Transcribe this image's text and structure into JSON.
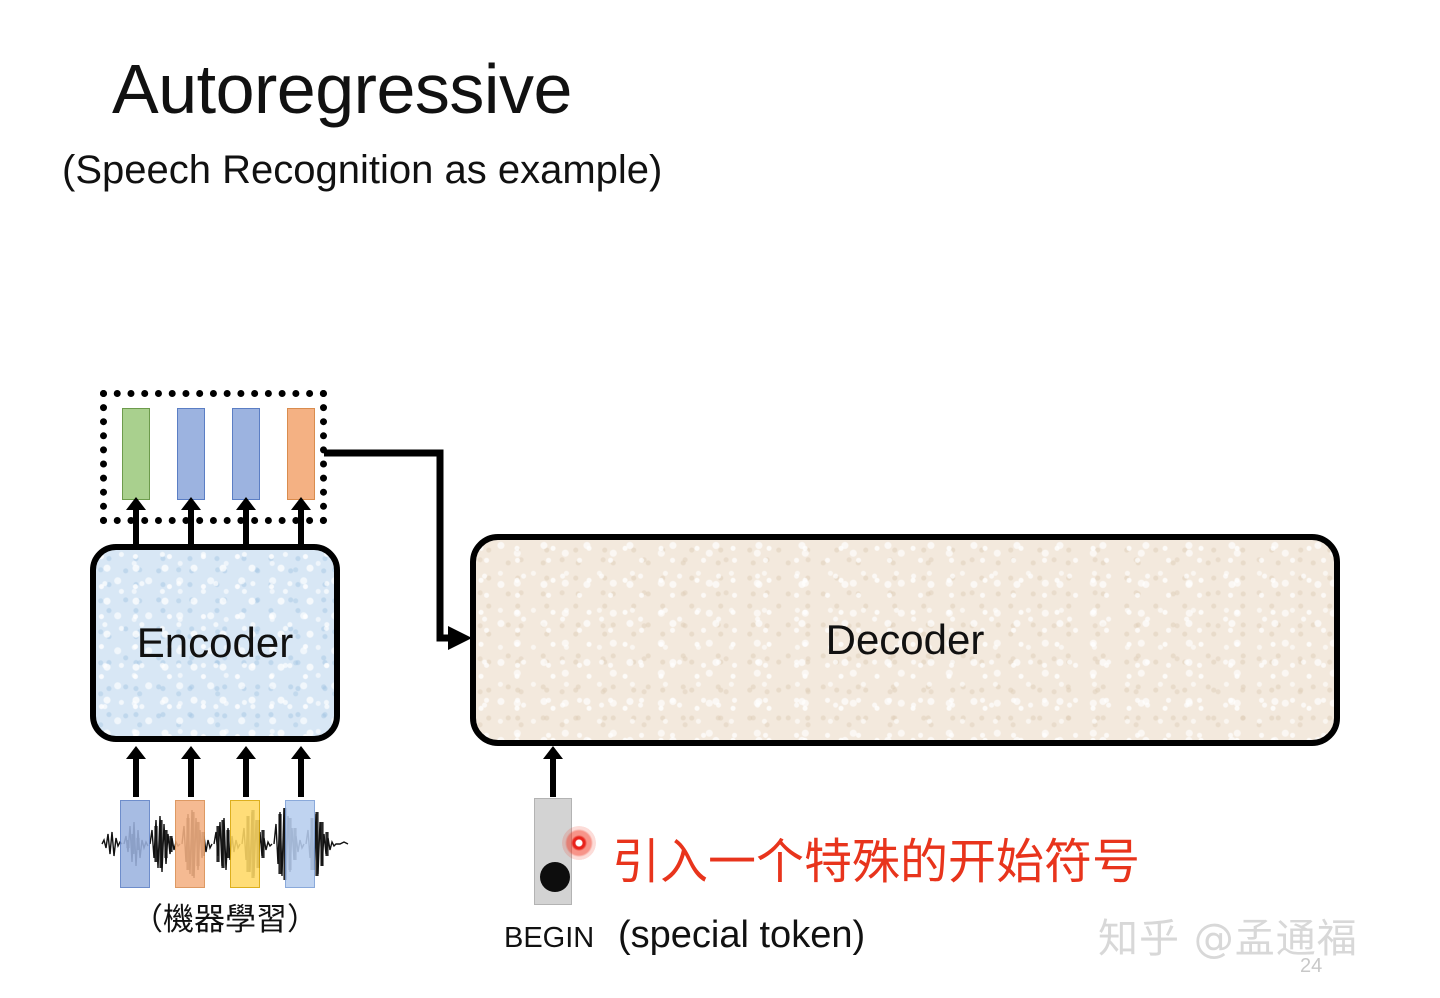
{
  "slide": {
    "title": "Autoregressive",
    "subtitle": "(Speech Recognition as example)",
    "page_number": "24",
    "watermark": "知乎 @孟通福"
  },
  "encoder": {
    "label": "Encoder",
    "fill_color": "#d8e7f5",
    "border_color": "#000000",
    "output_vectors": [
      {
        "name": "vector-1",
        "color": "#a9d08e"
      },
      {
        "name": "vector-2",
        "color": "#9cb3e0"
      },
      {
        "name": "vector-3",
        "color": "#9cb3e0"
      },
      {
        "name": "vector-4",
        "color": "#f4b183"
      }
    ]
  },
  "decoder": {
    "label": "Decoder",
    "fill_color": "#f3e9dd",
    "border_color": "#000000"
  },
  "audio_input": {
    "caption": "（機器學習）",
    "segments": [
      {
        "name": "segment-1",
        "color": "#9cb3e0"
      },
      {
        "name": "segment-2",
        "color": "#f4b183"
      },
      {
        "name": "segment-3",
        "color": "#ffd966"
      },
      {
        "name": "segment-4",
        "color": "#b7cdef"
      }
    ]
  },
  "begin_token": {
    "label": "BEGIN",
    "caption": "(special token)",
    "block_color": "#d3d3d3",
    "dot_color": "#0d0d0d"
  },
  "annotation": {
    "text": "引入一个特殊的开始符号",
    "color": "#e8341c"
  }
}
